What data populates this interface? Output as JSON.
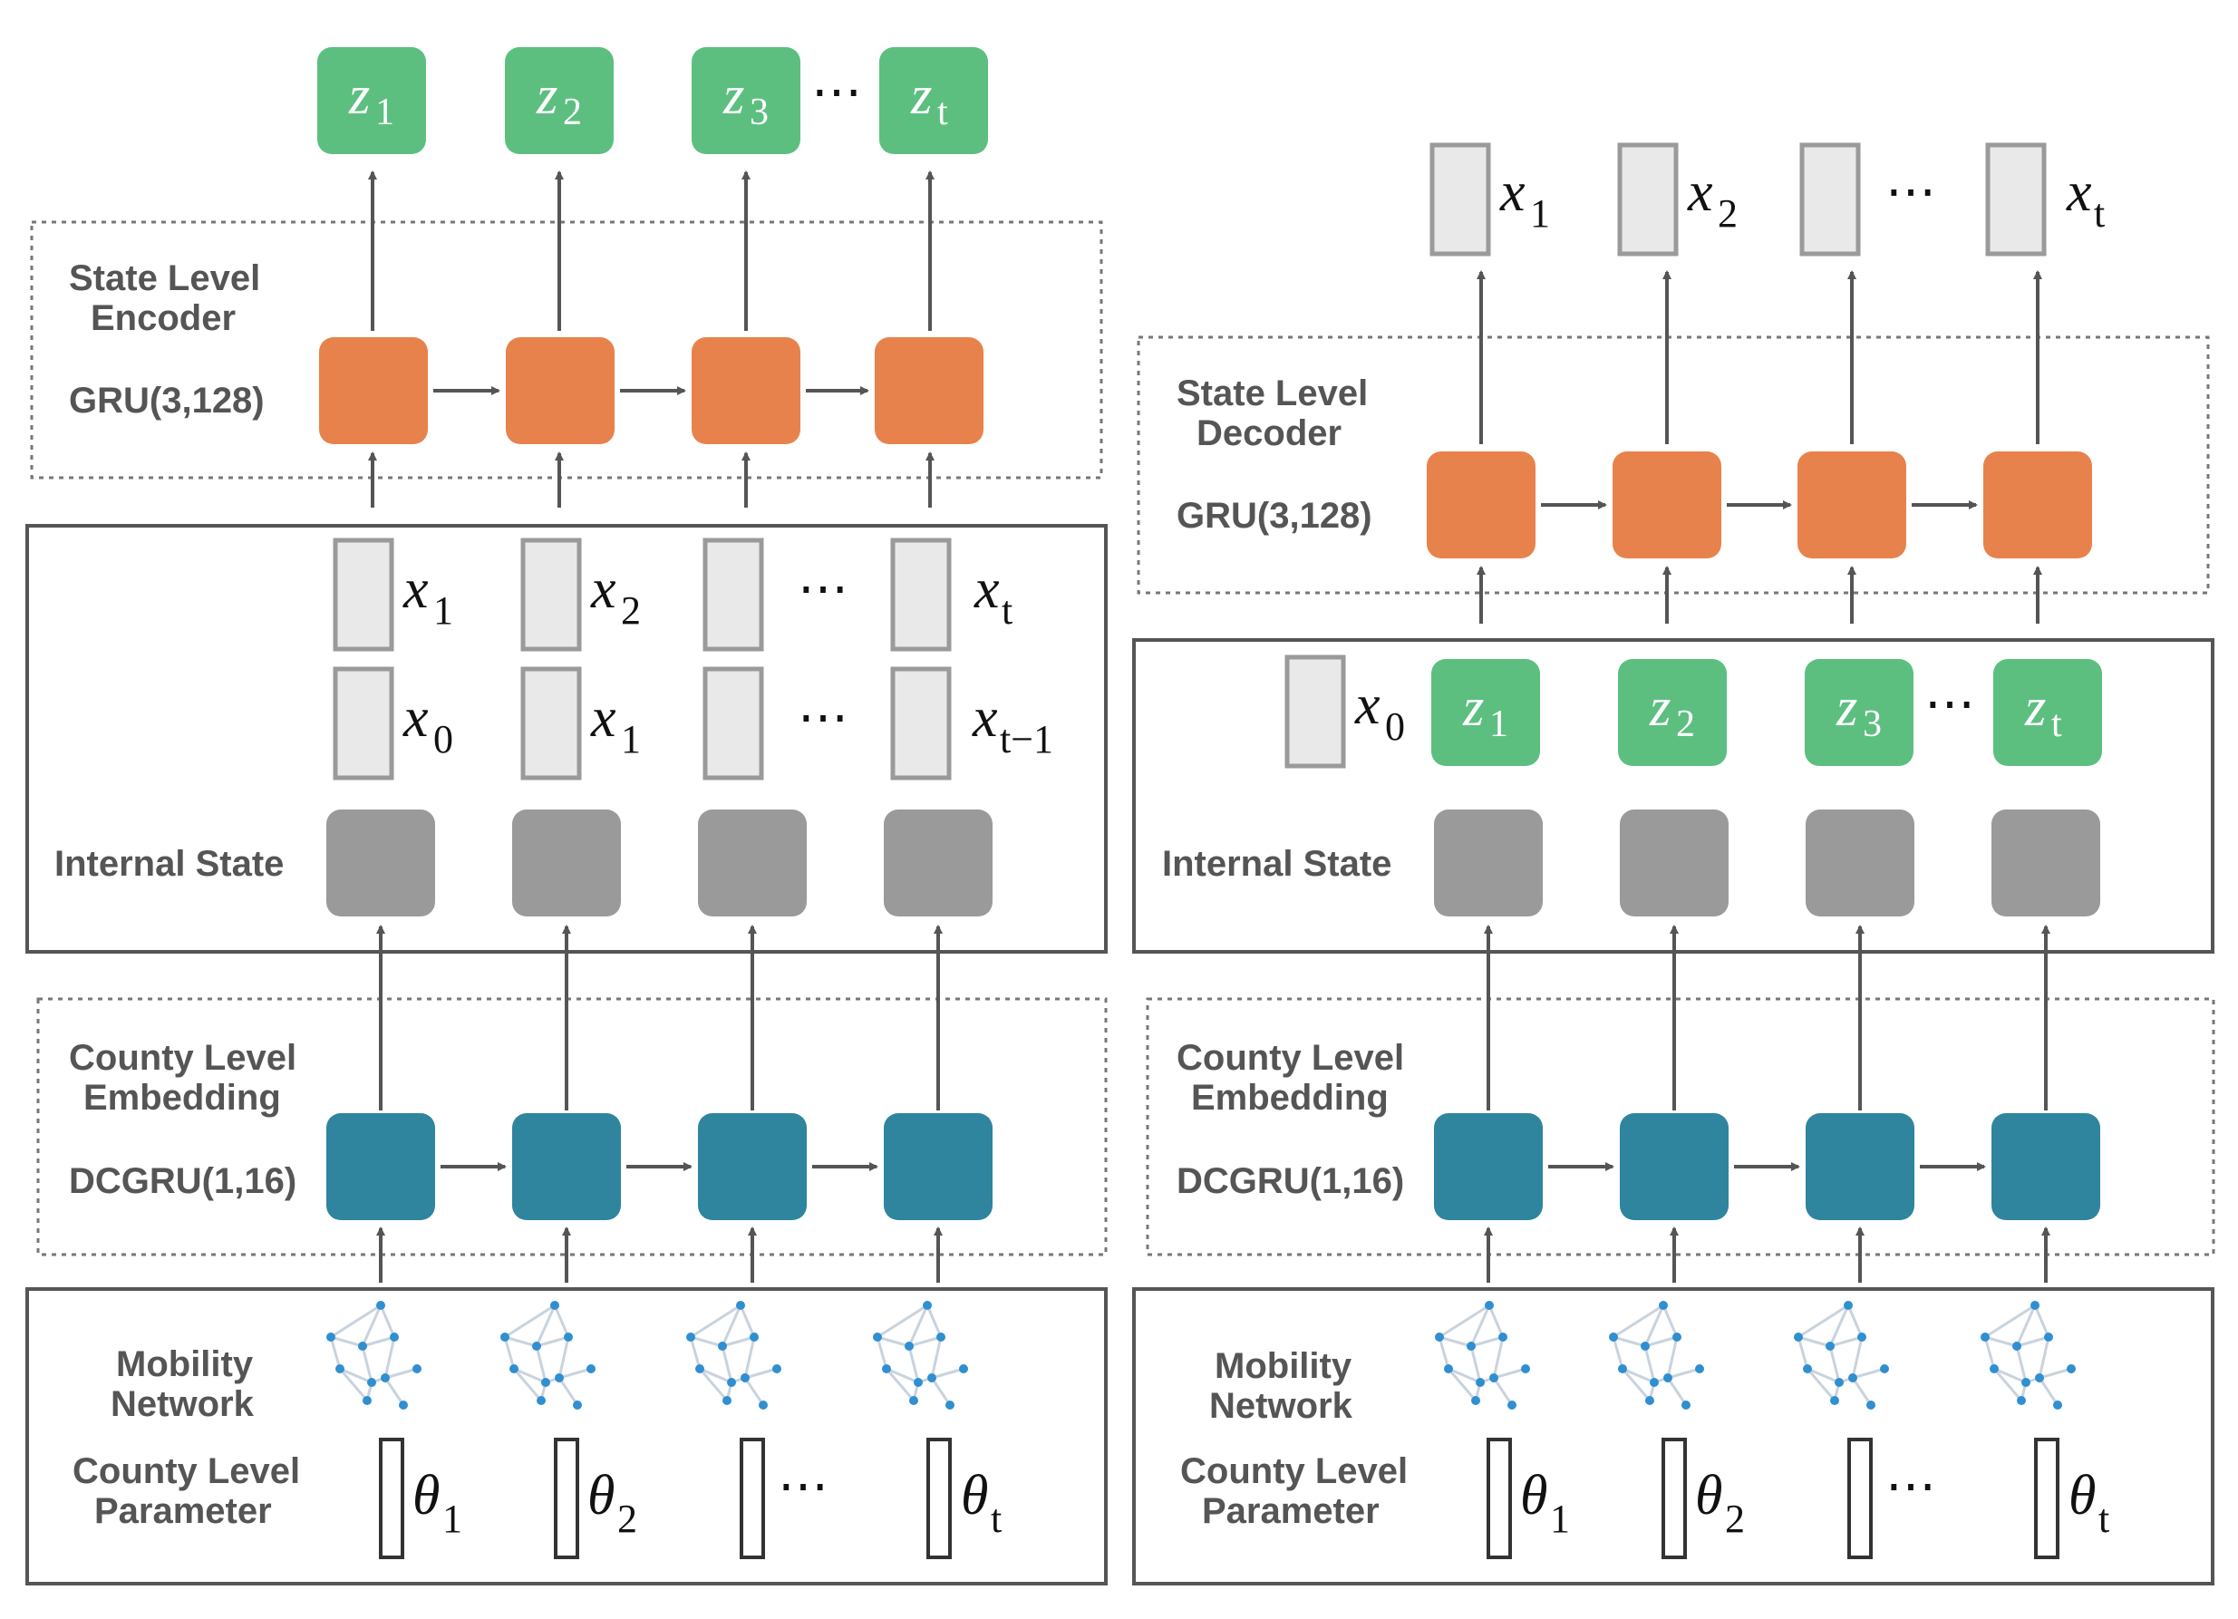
{
  "colors": {
    "green": "#5cbf80",
    "orange": "#e8824c",
    "gray": "#9a9a9a",
    "teal": "#2e859d",
    "text_label": "#555555"
  },
  "left": {
    "encoder_label_line1": "State Level",
    "encoder_label_line2": "Encoder",
    "gru_label": "GRU(3,128)",
    "internal_state_label": "Internal State",
    "embedding_label_line1": "County Level",
    "embedding_label_line2": "Embedding",
    "dcgru_label": "DCGRU(1,16)",
    "mobility_label_line1": "Mobility",
    "mobility_label_line2": "Network",
    "param_label_line1": "County Level",
    "param_label_line2": "Parameter",
    "top_outputs": [
      {
        "base": "z",
        "sub": "1"
      },
      {
        "base": "z",
        "sub": "2"
      },
      {
        "base": "z",
        "sub": "3"
      },
      {
        "base": "z",
        "sub": "t"
      }
    ],
    "row_x_top": [
      {
        "base": "x",
        "sub": "1"
      },
      {
        "base": "x",
        "sub": "2"
      },
      {
        "base": "",
        "sub": ""
      },
      {
        "base": "x",
        "sub": "t"
      }
    ],
    "row_x_bottom": [
      {
        "base": "x",
        "sub": "0"
      },
      {
        "base": "x",
        "sub": "1"
      },
      {
        "base": "",
        "sub": ""
      },
      {
        "base": "x",
        "sub": "t−1"
      }
    ],
    "thetas": [
      {
        "base": "θ",
        "sub": "1"
      },
      {
        "base": "θ",
        "sub": "2"
      },
      {
        "base": "",
        "sub": ""
      },
      {
        "base": "θ",
        "sub": "t"
      }
    ]
  },
  "right": {
    "decoder_label_line1": "State Level",
    "decoder_label_line2": "Decoder",
    "gru_label": "GRU(3,128)",
    "internal_state_label": "Internal State",
    "embedding_label_line1": "County Level",
    "embedding_label_line2": "Embedding",
    "dcgru_label": "DCGRU(1,16)",
    "mobility_label_line1": "Mobility",
    "mobility_label_line2": "Network",
    "param_label_line1": "County Level",
    "param_label_line2": "Parameter",
    "top_outputs": [
      {
        "base": "x",
        "sub": "1"
      },
      {
        "base": "x",
        "sub": "2"
      },
      {
        "base": "",
        "sub": ""
      },
      {
        "base": "x",
        "sub": "t"
      }
    ],
    "x0": {
      "base": "x",
      "sub": "0"
    },
    "z_inputs": [
      {
        "base": "z",
        "sub": "1"
      },
      {
        "base": "z",
        "sub": "2"
      },
      {
        "base": "z",
        "sub": "3"
      },
      {
        "base": "z",
        "sub": "t"
      }
    ],
    "thetas": [
      {
        "base": "θ",
        "sub": "1"
      },
      {
        "base": "θ",
        "sub": "2"
      },
      {
        "base": "",
        "sub": ""
      },
      {
        "base": "θ",
        "sub": "t"
      }
    ]
  },
  "ellipsis": "⋯"
}
